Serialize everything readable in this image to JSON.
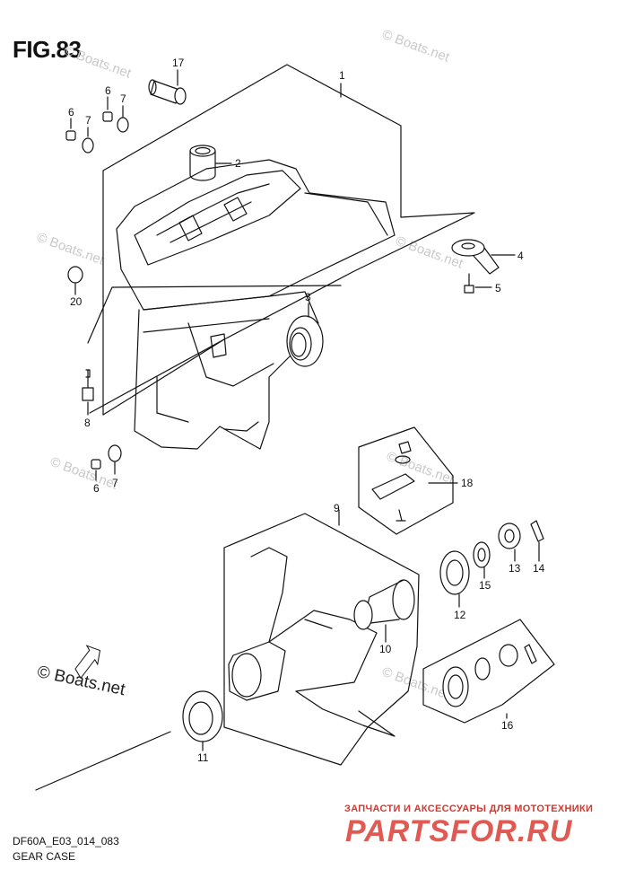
{
  "figure": {
    "title": "FIG.83"
  },
  "footer": {
    "code": "DF60A_E03_014_083",
    "subtitle": "GEAR CASE"
  },
  "watermark": {
    "text": "© Boats.net"
  },
  "boats_mark": {
    "text": "© Boats.net"
  },
  "brand": {
    "tagline": "ЗАПЧАСТИ И АКСЕССУАРЫ ДЛЯ МОТОТЕХНИКИ",
    "logo": "PARTSFOR.RU"
  },
  "callouts": {
    "c1": "1",
    "c2": "2",
    "c3": "3",
    "c4": "4",
    "c5": "5",
    "c6a": "6",
    "c6b": "6",
    "c6c": "6",
    "c7a": "7",
    "c7b": "7",
    "c7c": "7",
    "c8": "8",
    "c9": "9",
    "c10": "10",
    "c11": "11",
    "c12": "12",
    "c13": "13",
    "c14": "14",
    "c15": "15",
    "c16": "16",
    "c17": "17",
    "c18": "18",
    "c20": "20"
  },
  "colors": {
    "line": "#111111",
    "watermark": "#c9c9c9",
    "brand": "#e05a54"
  }
}
